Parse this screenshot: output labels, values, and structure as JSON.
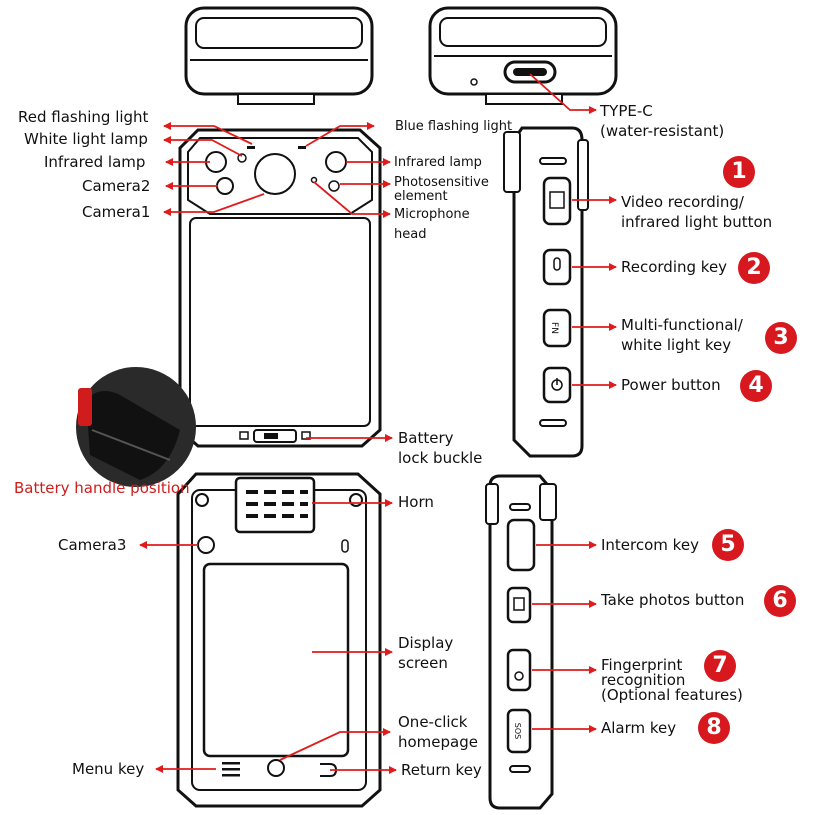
{
  "colors": {
    "arrow": "#e01b1b",
    "badge": "#d7181f",
    "body": "#111111"
  },
  "front": {
    "red_flash": "Red flashing light",
    "white_lamp": "White light lamp",
    "ir_left": "Infrared lamp",
    "camera2": "Camera2",
    "camera1": "Camera1",
    "blue_flash": "Blue flashing light",
    "ir_right": "Infrared lamp",
    "photo_line1": "Photosensitive",
    "photo_line2": "element",
    "mic_line1": "Microphone",
    "mic_line2": "head",
    "battery_line1": "Battery",
    "battery_line2": "lock buckle",
    "battery_handle": "Battery handle position"
  },
  "top": {
    "typec_line1": "TYPE-C",
    "typec_line2": "(water-resistant)"
  },
  "side_right": {
    "k1_line1": "Video recording/",
    "k1_line2": "infrared light button",
    "k2": "Recording key",
    "k3_line1": "Multi-functional/",
    "k3_line2": "white light key",
    "k4": "Power button",
    "fn_label": "FN"
  },
  "back": {
    "horn": "Horn",
    "camera3": "Camera3",
    "display_line1": "Display",
    "display_line2": "screen",
    "home_line1": "One-click",
    "home_line2": "homepage",
    "menu": "Menu key",
    "return": "Return key"
  },
  "side_left": {
    "k5": "Intercom key",
    "k6": "Take photos button",
    "k7_line1": "Fingerprint",
    "k7_line2": "recognition",
    "k7_line3": "(Optional features)",
    "k8": "Alarm key",
    "sos_label": "SOS"
  },
  "badges": [
    "1",
    "2",
    "3",
    "4",
    "5",
    "6",
    "7",
    "8"
  ]
}
